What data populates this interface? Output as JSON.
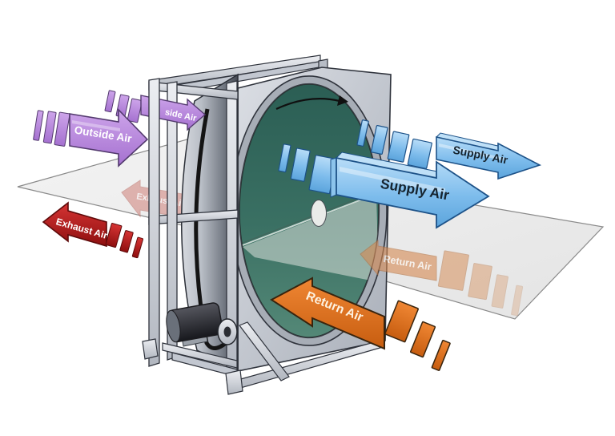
{
  "diagram": {
    "subject": "rotary-heat-exchanger-airflow",
    "background_color": "#ffffff",
    "plane_color": "#ececec",
    "wheel": {
      "face_color": "#3a7063",
      "frame_color": "#c3c8d1",
      "rotation_icon": "clockwise-arc-arrow"
    },
    "arrows": {
      "outside_air": {
        "label": "Outside Air",
        "color": "#b27fd6"
      },
      "outside_air_upper": {
        "label": "side Air",
        "color": "#b27fd6"
      },
      "supply_air_main": {
        "label": "Supply Air",
        "color": "#7dbcec"
      },
      "supply_air_upper": {
        "label": "Supply Air",
        "color": "#7dbcec"
      },
      "exhaust_air": {
        "label": "Exhaust Air",
        "color": "#b51d1d"
      },
      "exhaust_air_faded": {
        "label": "Exhaust Air",
        "color": "#cf8078"
      },
      "return_air_main": {
        "label": "Return Air",
        "color": "#e0701f"
      },
      "return_air_faded": {
        "label": "Return Air",
        "color": "#d68a52"
      }
    }
  }
}
